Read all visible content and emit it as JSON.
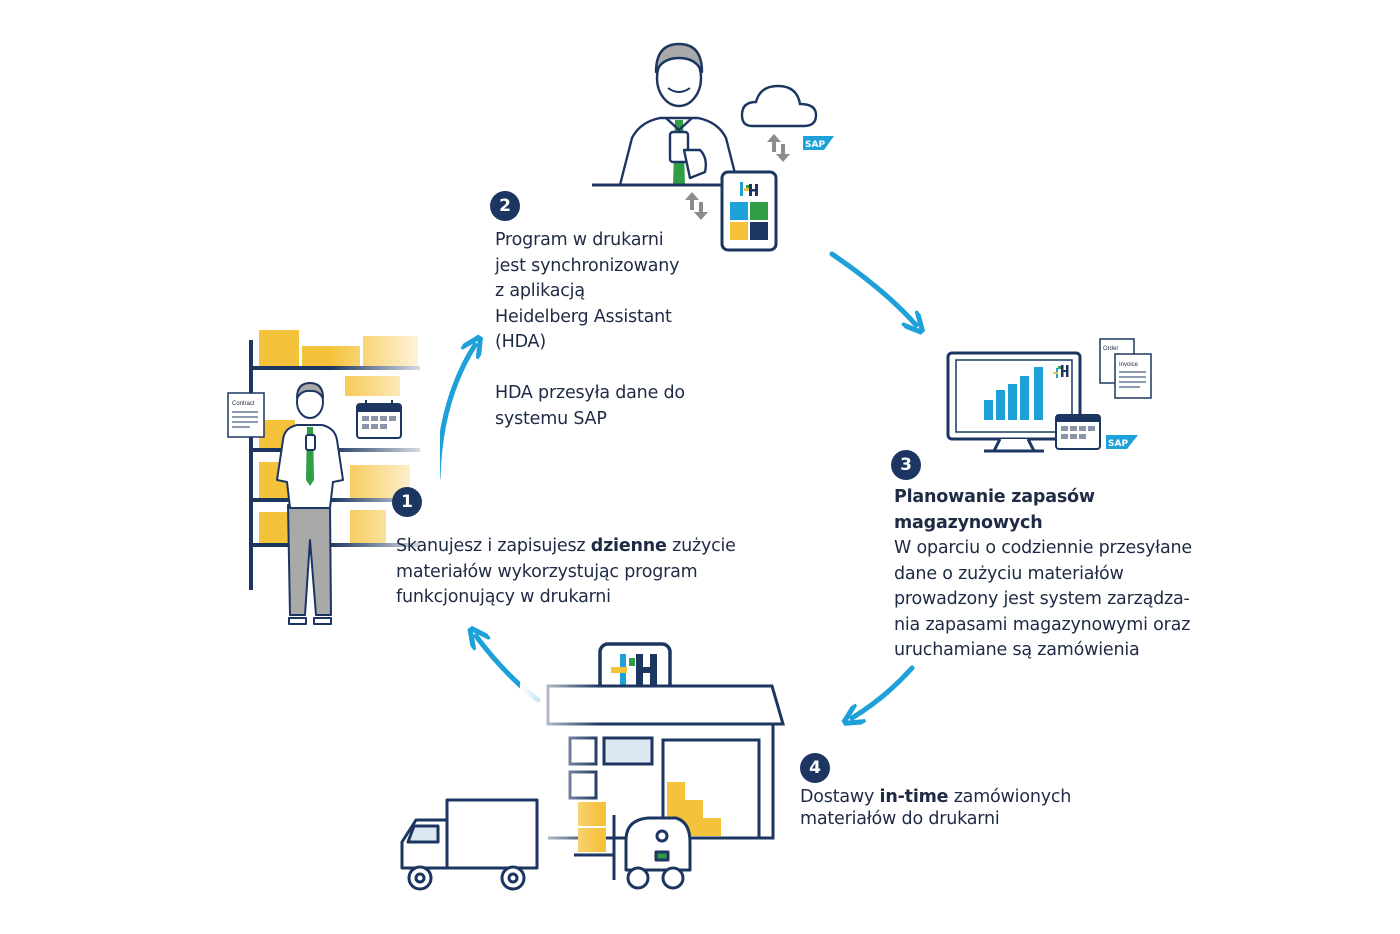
{
  "steps": [
    {
      "number": "1",
      "text_before": "Skanujesz i zapisujesz ",
      "text_bold": "dzienne",
      "text_after": " zużycie\nmateriałów wykorzystując program\nfunkcjonujący w drukarni"
    },
    {
      "number": "2",
      "text": "Program w drukarni\njest synchronizowany\nz aplikacją\nHeidelberg Assistant\n(HDA)",
      "text2": "HDA przesyła dane do\nsystemu SAP"
    },
    {
      "number": "3",
      "title": "Planowanie zapasów\nmagazynowych",
      "text": "W oparciu o codziennie przesyłane\ndane o zużyciu materiałów\nprowadzony jest system zarządza-\nnia zapasami magazynowymi oraz\nuruchamiane są zamówienia"
    },
    {
      "number": "4",
      "text_before": "Dostawy ",
      "text_bold": "in-time",
      "text_after": " zamówionych\nmateriałów do drukarni"
    }
  ],
  "icon_labels": {
    "contract": "Contract",
    "order": "Order",
    "invoice": "Invoice",
    "sap": "SAP"
  },
  "colors": {
    "navy": "#1c3661",
    "arrow": "#1ea0d8",
    "box": "#f5c23c",
    "green": "#2f9e44",
    "blue_tile": "#1ea0d8",
    "dark_tile": "#1c3661"
  }
}
